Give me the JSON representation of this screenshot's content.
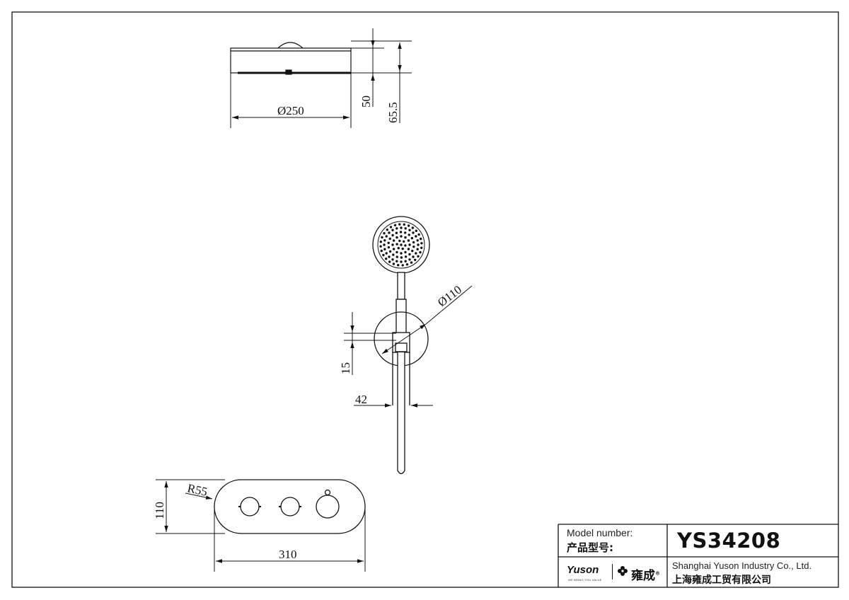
{
  "dimensions": {
    "rain_diameter": "Ø250",
    "rain_height": "50",
    "rain_total_height": "65.5",
    "hand_diameter": "Ø110",
    "bracket_height": "15",
    "bracket_depth": "42",
    "plate_radius": "R55",
    "plate_height": "110",
    "plate_width": "310"
  },
  "title_block": {
    "model_label_en": "Model number:",
    "model_label_cn": "产品型号:",
    "model_value": "YS34208",
    "logo_text": "Yuson",
    "logo_tagline": "WE BRING YOU VALUE",
    "logo_cn": "雍成",
    "logo_registered": "®",
    "company_en": "Shanghai Yuson Industry Co., Ltd.",
    "company_cn": "上海雍成工贸有限公司"
  },
  "icons": {
    "logo_mark": "yuson-flower-icon"
  },
  "colors": {
    "line": "#111111",
    "background": "#ffffff"
  }
}
